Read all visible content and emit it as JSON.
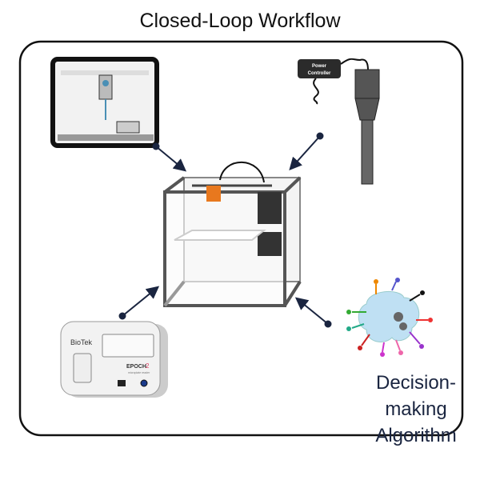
{
  "title": "Closed-Loop Workflow",
  "nodes": {
    "liquid_handler": {
      "icon": "liquid-handler-robot"
    },
    "power_controller": {
      "label_line1": "Power",
      "label_line2": "Controller"
    },
    "center": {
      "icon": "3d-printer-frame"
    },
    "plate_reader": {
      "brand": "BioTek",
      "model": "EPOCH",
      "model_suffix": "2",
      "subtitle": "microplate reader"
    },
    "algorithm": {
      "label_line1": "Decision-making",
      "label_line2": "Algorithm",
      "icon": "brain-gears"
    }
  },
  "colors": {
    "frame": "#111111",
    "accent": "#e8781e",
    "brain": "#bfe0f3",
    "text": "#1a2540"
  }
}
